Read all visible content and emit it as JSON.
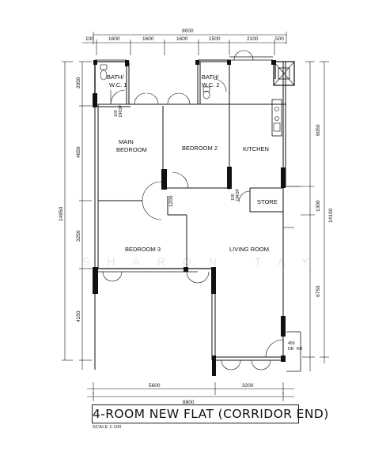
{
  "title": "4-ROOM NEW FLAT (CORRIDOR END)",
  "scale": "SCALE   1:100",
  "watermark": "SHARON TAY",
  "rooms": {
    "bath_wc_1": [
      "BATH/",
      "W.C. 1"
    ],
    "bath_wc_2": [
      "BATH/",
      "W.C. 2"
    ],
    "main_bedroom": [
      "MAIN",
      "BEDROOM"
    ],
    "bedroom_2": "BEDROOM 2",
    "kitchen": "KITCHEN",
    "store": "STORE",
    "bedroom_3": "BEDROOM 3",
    "living_room": "LIVING ROOM",
    "drop_1": [
      "100",
      "DROP"
    ],
    "drop_2": [
      "100",
      "DROP"
    ],
    "drop_3": [
      "450",
      "DR"
    ],
    "rr": "RR"
  },
  "dimensions": {
    "top_overall": "9000",
    "top_segments": [
      "100",
      "1600",
      "1600",
      "1600",
      "1500",
      "2100",
      "500"
    ],
    "left_segments": [
      "2050",
      "4650",
      "3250",
      "4150"
    ],
    "left_overall": "14950",
    "right_segments": [
      "6050",
      "1300",
      "6750"
    ],
    "right_overall": "14100",
    "inner_1200": "1200",
    "bottom_segments": [
      "5600",
      "3200"
    ],
    "bottom_overall": "8800"
  }
}
